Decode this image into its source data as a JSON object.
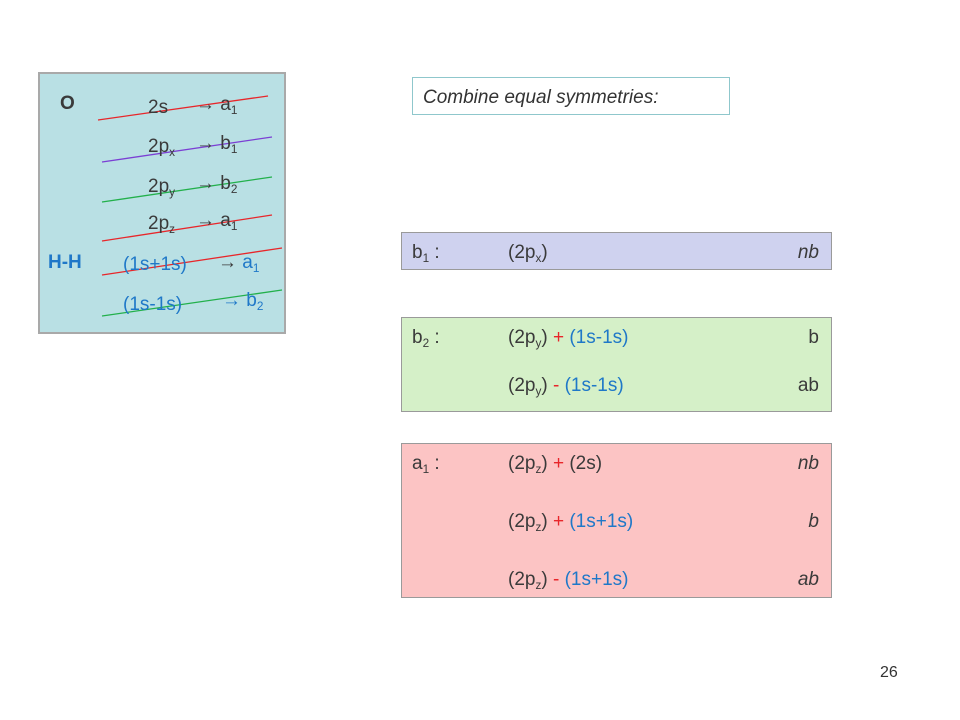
{
  "left_box": {
    "o_label": "O",
    "hh_label": "H-H",
    "arrow": "→",
    "rows": [
      {
        "base": "2s",
        "sub": "",
        "target": "a",
        "target_sub": "1"
      },
      {
        "base": "2p",
        "sub": "x",
        "target": "b",
        "target_sub": "1"
      },
      {
        "base": "2p",
        "sub": "y",
        "target": "b",
        "target_sub": "2"
      },
      {
        "base": "2p",
        "sub": "z",
        "target": "a",
        "target_sub": "1"
      },
      {
        "base": "(1s+1s)",
        "sub": "",
        "target": "a",
        "target_sub": "1"
      },
      {
        "base": "(1s-1s)",
        "sub": "",
        "target": "b",
        "target_sub": "2"
      }
    ],
    "line_colors": [
      "#e8262a",
      "#7b3fd4",
      "#22b04b",
      "#e8262a",
      "#e8262a",
      "#22b04b"
    ]
  },
  "combine_title": "Combine equal symmetries:",
  "b1": {
    "label": "b",
    "label_sub": "1",
    "colon": ":",
    "expr_base": "(2p",
    "expr_sub": "x",
    "expr_close": ")",
    "bond": "nb"
  },
  "b2": {
    "label": "b",
    "label_sub": "2",
    "colon": ":",
    "rows": [
      {
        "p": "(2p",
        "p_sub": "y",
        "p_close": ")",
        "op": "+",
        "other": "(1s-1s)",
        "bond": "b"
      },
      {
        "p": "(2p",
        "p_sub": "y",
        "p_close": ")",
        "op": "-",
        "other": "(1s-1s)",
        "bond": "ab"
      }
    ]
  },
  "a1": {
    "label": "a",
    "label_sub": "1",
    "colon": ":",
    "rows": [
      {
        "p": "(2p",
        "p_sub": "z",
        "p_close": ")",
        "op": "+",
        "other": "(2s)",
        "bond": "nb"
      },
      {
        "p": "(2p",
        "p_sub": "z",
        "p_close": ")",
        "op": "+",
        "other": "(1s+1s)",
        "bond": "b"
      },
      {
        "p": "(2p",
        "p_sub": "z",
        "p_close": ")",
        "op": "-",
        "other": "(1s+1s)",
        "bond": "ab"
      }
    ]
  },
  "page_number": "26",
  "colors": {
    "blue": "#1f78c8",
    "red": "#e8262a",
    "green": "#22b04b",
    "purple": "#7b3fd4"
  }
}
